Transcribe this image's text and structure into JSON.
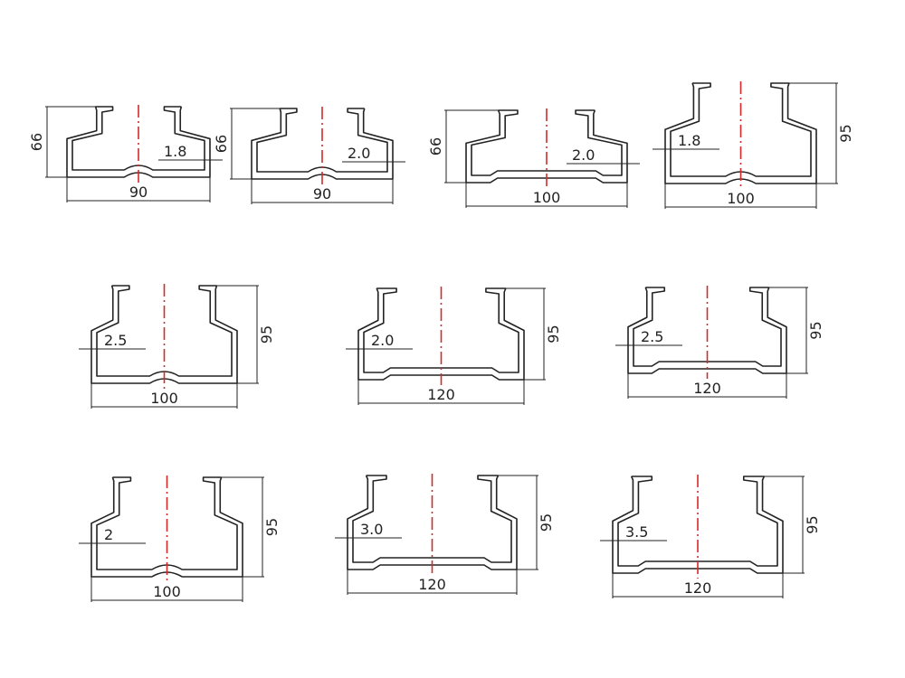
{
  "colors": {
    "line": "#222222",
    "centerline": "#d42a2a"
  },
  "profiles": [
    {
      "id": "r1c1",
      "width": "90",
      "height": "66",
      "thickness": "1.8",
      "groove": "round"
    },
    {
      "id": "r1c2",
      "width": "90",
      "height": "66",
      "thickness": "2.0",
      "groove": "round"
    },
    {
      "id": "r1c3",
      "width": "100",
      "height": "66",
      "thickness": "2.0",
      "groove": "flat"
    },
    {
      "id": "r1c4",
      "width": "100",
      "height": "95",
      "thickness": "1.8",
      "groove": "round"
    },
    {
      "id": "r2c1",
      "width": "100",
      "height": "95",
      "thickness": "2.5",
      "groove": "round"
    },
    {
      "id": "r2c2",
      "width": "120",
      "height": "95",
      "thickness": "2.0",
      "groove": "flat"
    },
    {
      "id": "r2c3",
      "width": "120",
      "height": "95",
      "thickness": "2.5",
      "groove": "flat"
    },
    {
      "id": "r3c1",
      "width": "100",
      "height": "95",
      "thickness": "2",
      "groove": "round"
    },
    {
      "id": "r3c2",
      "width": "120",
      "height": "95",
      "thickness": "3.0",
      "groove": "flat"
    },
    {
      "id": "r3c3",
      "width": "120",
      "height": "95",
      "thickness": "3.5",
      "groove": "flat"
    }
  ]
}
